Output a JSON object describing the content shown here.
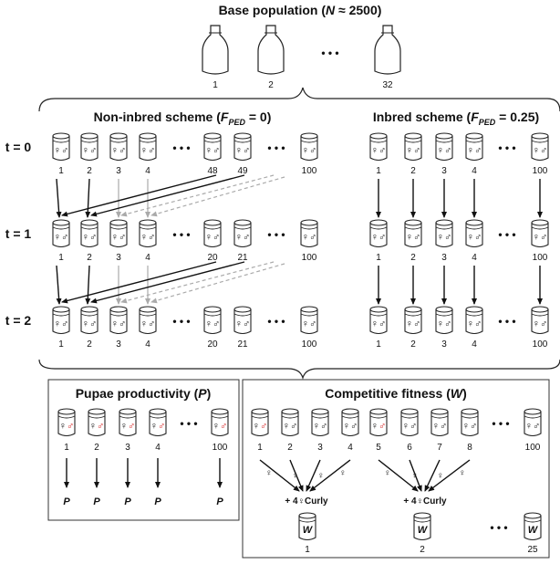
{
  "header": {
    "title": "Base population (",
    "n_symbol": "N",
    "n_value": " ≈ 2500)",
    "bottle_labels": [
      "1",
      "2",
      "32"
    ],
    "dots": "• • •"
  },
  "schemes": {
    "noninbred_prefix": "Non-inbred scheme (",
    "inbred_prefix": "Inbred scheme (",
    "f_symbol": "F",
    "f_sub": "PED",
    "noninbred_value": " = 0)",
    "inbred_value": " = 0.25)"
  },
  "generations": [
    {
      "label": "t = 0",
      "noninbred_ids": [
        "1",
        "2",
        "3",
        "4",
        "48",
        "49",
        "100"
      ],
      "inbred_ids": [
        "1",
        "2",
        "3",
        "4",
        "100"
      ]
    },
    {
      "label": "t = 1",
      "noninbred_ids": [
        "1",
        "2",
        "3",
        "4",
        "20",
        "21",
        "100"
      ],
      "inbred_ids": [
        "1",
        "2",
        "3",
        "4",
        "100"
      ]
    },
    {
      "label": "t = 2",
      "noninbred_ids": [
        "1",
        "2",
        "3",
        "4",
        "20",
        "21",
        "100"
      ],
      "inbred_ids": [
        "1",
        "2",
        "3",
        "4",
        "100"
      ]
    }
  ],
  "sex_symbol": "♀♂",
  "female_symbol": "♀",
  "male_symbol": "♂",
  "dots": "• • •",
  "pupae": {
    "title_prefix": "Pupae productivity (",
    "symbol": "P",
    "title_suffix": ")",
    "ids": [
      "1",
      "2",
      "3",
      "4",
      "100"
    ]
  },
  "fitness": {
    "title_prefix": "Competitive fitness (",
    "symbol": "W",
    "title_suffix": ")",
    "ids": [
      "1",
      "2",
      "3",
      "4",
      "5",
      "6",
      "7",
      "8",
      "100"
    ],
    "curly_label": "+ 4♀Curly",
    "result_ids": [
      "1",
      "2",
      "25"
    ]
  },
  "colors": {
    "male_red": "#d62020",
    "arrow_gray": "#aaaaaa",
    "ink": "#111111"
  }
}
